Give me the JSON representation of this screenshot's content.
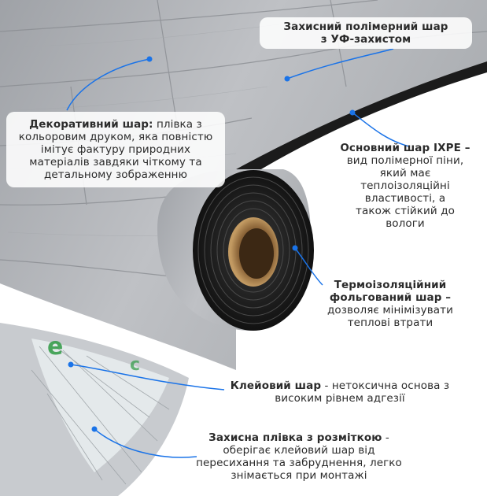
{
  "colors": {
    "accent": "#1a73e8",
    "text": "#2b2b2b",
    "wood_light": "#b9bbbf",
    "wood_dark": "#7d8085",
    "foam": "#222222",
    "core": "#a2784a"
  },
  "labels": {
    "uv": {
      "line1": "Захисний полімерний шар",
      "line2": "з УФ-захистом"
    },
    "decor": {
      "title": "Декоративний шар:",
      "text": "плівка з кольоровим друком, яка повністю імітує фактуру природних матеріалів завдяки чіткому та детальному зображенню"
    },
    "ixpe": {
      "title": "Основний шар IXPE –",
      "text": "вид полімерної піни, який має теплоізоляційні властивості, а також стійкий до вологи"
    },
    "foil": {
      "title": "Термоізоляційний фольгований шар –",
      "text": "дозволяє мінімізувати теплові втрати"
    },
    "glue": {
      "title": "Клейовий шар",
      "text": "- нетоксична основа з високим рівнем адгезії"
    },
    "film": {
      "title": "Захисна плівка з розміткою",
      "text": "- оберігає клейовий шар від пересихання та забруднення, легко знімається при монтажі"
    }
  }
}
